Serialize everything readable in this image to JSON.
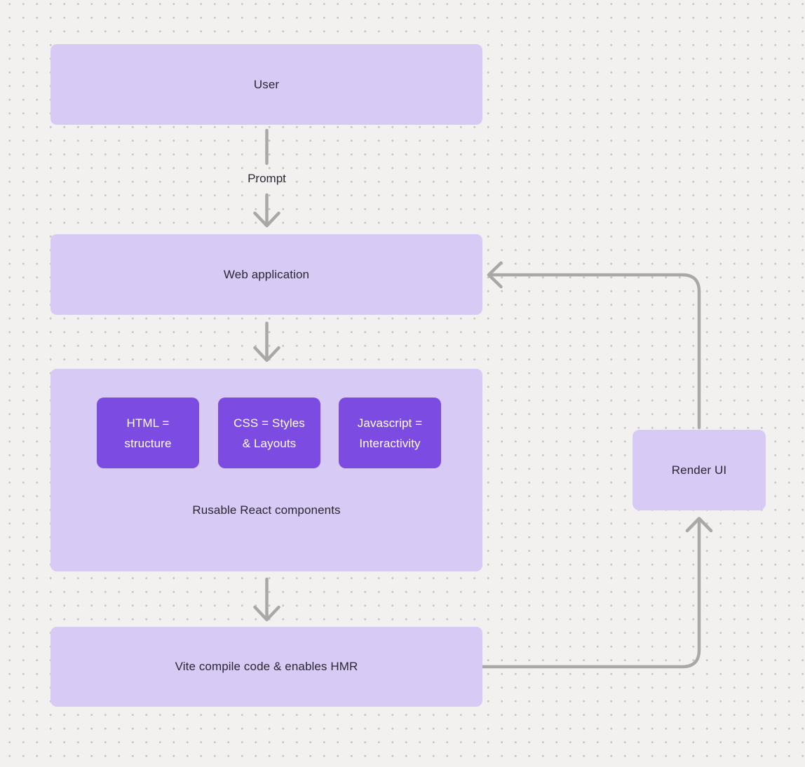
{
  "colors": {
    "background": "#f2f1f0",
    "dot_grid": "#c8c6c4",
    "node_fill": "#d7caf4",
    "node_text": "#2b2733",
    "chip_fill": "#7c4be1",
    "chip_text": "#ffffff",
    "connector": "#a9a8a7"
  },
  "nodes": {
    "user": {
      "label": "User"
    },
    "web_application": {
      "label": "Web application"
    },
    "components_group": {
      "caption": "Rusable React components",
      "chips": [
        {
          "label": "HTML =\nstructure"
        },
        {
          "label": "CSS = Styles\n& Layouts"
        },
        {
          "label": "Javascript =\nInteractivity"
        }
      ]
    },
    "vite": {
      "label": "Vite compile code & enables HMR"
    },
    "render_ui": {
      "label": "Render UI"
    }
  },
  "connectors": {
    "prompt_label": "Prompt"
  }
}
